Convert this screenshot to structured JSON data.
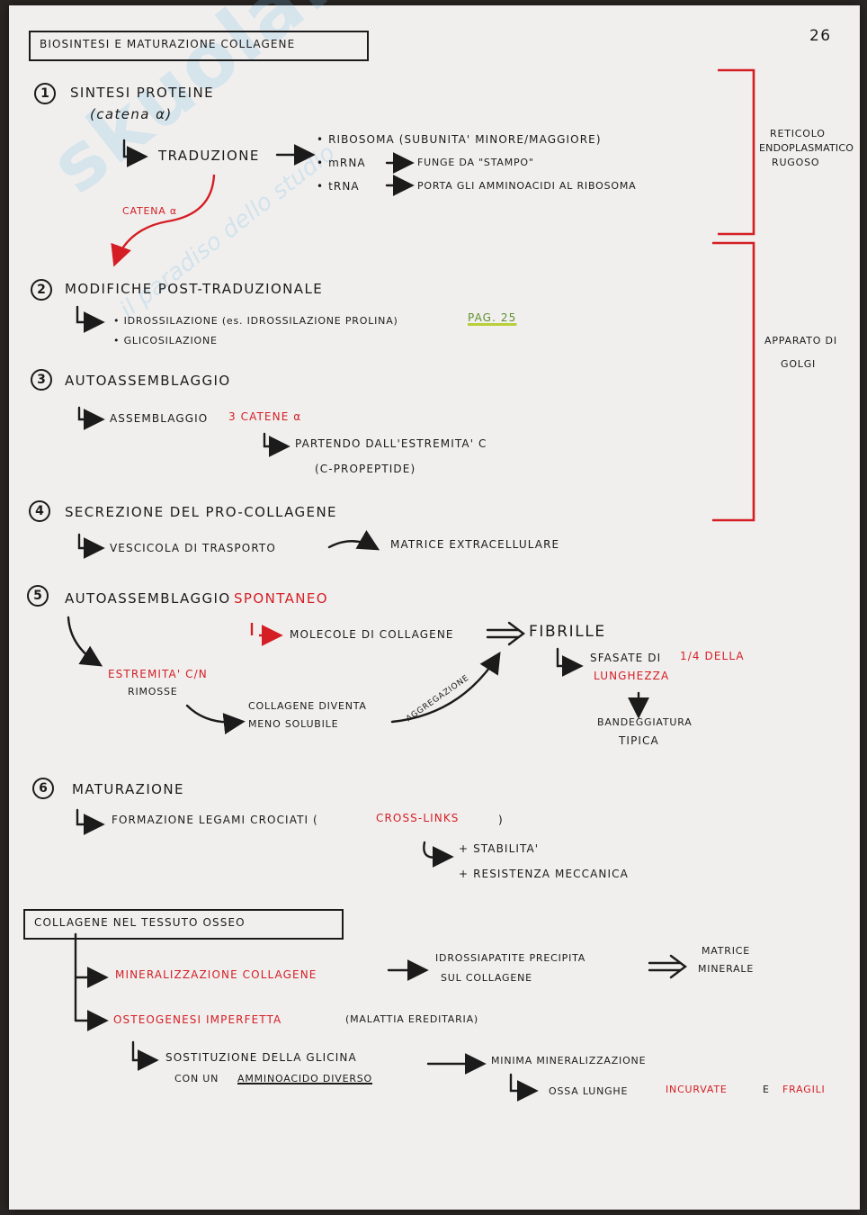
{
  "page_number": "26",
  "watermark": {
    "logo": "skuola.net",
    "tagline": "il paradiso dello studio"
  },
  "colors": {
    "ink": "#1b1b1b",
    "red": "#d41e24",
    "green": "#5f8f2e",
    "highlight": "#b8cf37"
  },
  "title1": "BIOSINTESI E MATURAZIONE COLLAGENE",
  "s1": {
    "num": "1",
    "title": "SINTESI PROTEINE",
    "sub": "(catena α)",
    "traduzione": "TRADUZIONE",
    "ribosoma": "• RIBOSOMA (SUBUNITA' MINORE/MAGGIORE)",
    "mrna": "• mRNA",
    "mrna_desc": "FUNGE DA \"STAMPO\"",
    "trna": "• tRNA",
    "trna_desc": "PORTA GLI AMMINOACIDI AL RIBOSOMA",
    "catena_label": "CATENA α"
  },
  "reticolo": [
    "RETICOLO",
    "ENDOPLASMATICO",
    "RUGOSO"
  ],
  "golgi": [
    "APPARATO DI",
    "GOLGI"
  ],
  "s2": {
    "num": "2",
    "title": "MODIFICHE POST-TRADUZIONALE",
    "b1": "• IDROSSILAZIONE (es. IDROSSILAZIONE PROLINA)",
    "pag": "PAG. 25",
    "b2": "• GLICOSILAZIONE"
  },
  "s3": {
    "num": "3",
    "title": "AUTOASSEMBLAGGIO",
    "line1a": "ASSEMBLAGGIO",
    "line1b": "3 CATENE α",
    "line2": "PARTENDO DALL'ESTREMITA' C",
    "line3": "(C-PROPEPTIDE)"
  },
  "s4": {
    "num": "4",
    "title": "SECREZIONE DEL PRO-COLLAGENE",
    "line1a": "VESCICOLA DI TRASPORTO",
    "line1b": "MATRICE EXTRACELLULARE"
  },
  "s5": {
    "num": "5",
    "title_a": "AUTOASSEMBLAGGIO",
    "title_b": "SPONTANEO",
    "molecole": "MOLECOLE DI COLLAGENE",
    "fibrille": "FIBRILLE",
    "sfasate_a": "SFASATE DI",
    "sfasate_b": "1/4 DELLA",
    "sfasate_c": "LUNGHEZZA",
    "bande1": "BANDEGGIATURA",
    "bande2": "TIPICA",
    "estremita": "ESTREMITA' C/N",
    "rimosse": "RIMOSSE",
    "diventa1": "COLLAGENE DIVENTA",
    "diventa2": "MENO SOLUBILE",
    "aggregazione": "AGGREGAZIONE"
  },
  "s6": {
    "num": "6",
    "title": "MATURAZIONE",
    "line1a": "FORMAZIONE LEGAMI CROCIATI (",
    "line1b": "CROSS-LINKS",
    "line1c": ")",
    "stab": "+ STABILITA'",
    "resist": "+ RESISTENZA MECCANICA"
  },
  "title2": "COLLAGENE NEL TESSUTO OSSEO",
  "osseo": {
    "mineral": "MINERALIZZAZIONE COLLAGENE",
    "idross1": "IDROSSIAPATITE PRECIPITA",
    "idross2": "SUL COLLAGENE",
    "matrice1": "MATRICE",
    "matrice2": "MINERALE",
    "osteo": "OSTEOGENESI IMPERFETTA",
    "malattia": "(MALATTIA EREDITARIA)",
    "sost1": "SOSTITUZIONE DELLA GLICINA",
    "sost2a": "CON UN",
    "sost2b": "AMMINOACIDO DIVERSO",
    "minima": "MINIMA MINERALIZZAZIONE",
    "ossa_a": "OSSA LUNGHE",
    "ossa_b": "INCURVATE",
    "ossa_c": "E",
    "ossa_d": "FRAGILI"
  }
}
